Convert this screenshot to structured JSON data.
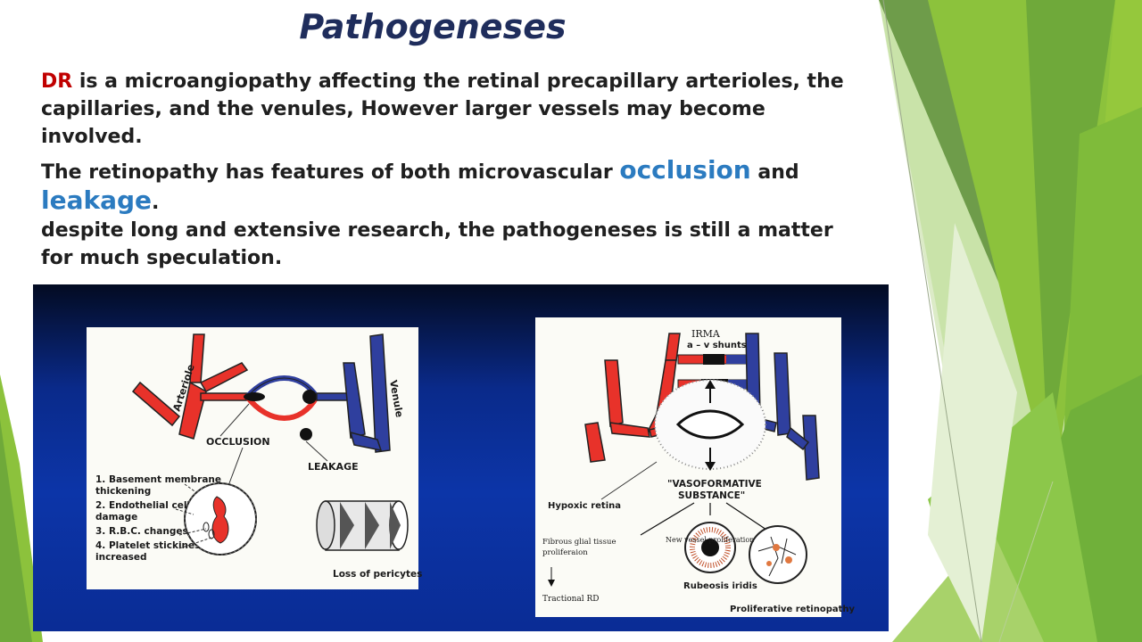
{
  "slide": {
    "title": "Pathogeneses",
    "para1": {
      "dr": "DR",
      "rest": " is a microangiopathy affecting the retinal precapillary arterioles, the capillaries, and the venules, However larger vessels may become involved."
    },
    "para2": {
      "before": "The retinopathy has features of both microvascular ",
      "occlusion": "occlusion",
      "middle": " and ",
      "leakage": "leakage",
      "after": "."
    },
    "para3": "despite long and extensive research, the pathogeneses is still a matter for much speculation."
  },
  "figure_left": {
    "arteriole": "Arteriole",
    "venule": "Venule",
    "occlusion": "OCCLUSION",
    "leakage": "LEAKAGE",
    "list": [
      "1.  Basement membrane",
      "     thickening",
      "2.  Endothelial cell",
      "     damage",
      "3.  R.B.C. changes",
      "4.  Platelet stickiness",
      "     increased"
    ],
    "pericytes": "Loss of pericytes"
  },
  "figure_right": {
    "irma": "IRMA",
    "shunts": "a – v shunts",
    "vaso1": "\"VASOFORMATIVE",
    "vaso2": "SUBSTANCE\"",
    "hypoxic": "Hypoxic retina",
    "fibrous1": "Fibrous glial tissue",
    "fibrous2": "proliferaion",
    "tractional": "Tractional RD",
    "newvessel": "New vessel proliferation",
    "rubeosis": "Rubeosis iridis",
    "proliferative": "Proliferative retinopathy"
  },
  "colors": {
    "title": "#1f2d5c",
    "dr": "#c00000",
    "highlight": "#2b7bc0",
    "artery": "#e8322a",
    "vein": "#2f3f9e",
    "green": "#6fb53a"
  }
}
